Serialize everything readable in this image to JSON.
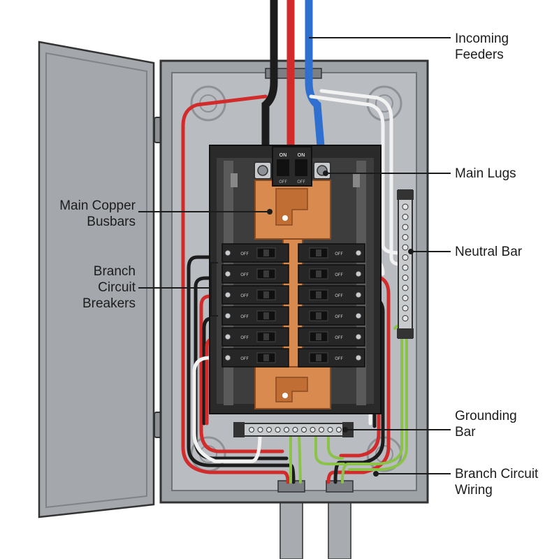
{
  "labels": {
    "incoming_feeders": [
      "Incoming",
      "Feeders"
    ],
    "main_lugs": [
      "Main Lugs"
    ],
    "main_copper_busbars": [
      "Main Copper",
      "Busbars"
    ],
    "neutral_bar": [
      "Neutral Bar"
    ],
    "branch_circuit_breakers": [
      "Branch",
      "Circuit",
      "Breakers"
    ],
    "grounding_bar": [
      "Grounding",
      "Bar"
    ],
    "branch_circuit_wiring": [
      "Branch Circuit",
      "Wiring"
    ]
  },
  "main_breaker": {
    "on_label": "ON",
    "off_label": "OFF"
  },
  "branch_breakers": {
    "left_column": [
      "OFF",
      "OFF",
      "OFF",
      "OFF",
      "OFF",
      "OFF"
    ],
    "right_column": [
      "OFF",
      "OFF",
      "OFF",
      "OFF",
      "OFF",
      "OFF"
    ]
  },
  "colors": {
    "enclosure": "#9ea3a8",
    "enclosure_inner": "#b9bdc1",
    "door": "#a4a8ad",
    "copper": "#d98a4e",
    "breaker": "#262626",
    "wire_red": "#d12b2b",
    "wire_blue": "#2f6fd0",
    "wire_black": "#1c1c1c",
    "wire_white": "#f2f2f2",
    "wire_ground": "#8bc24a"
  }
}
